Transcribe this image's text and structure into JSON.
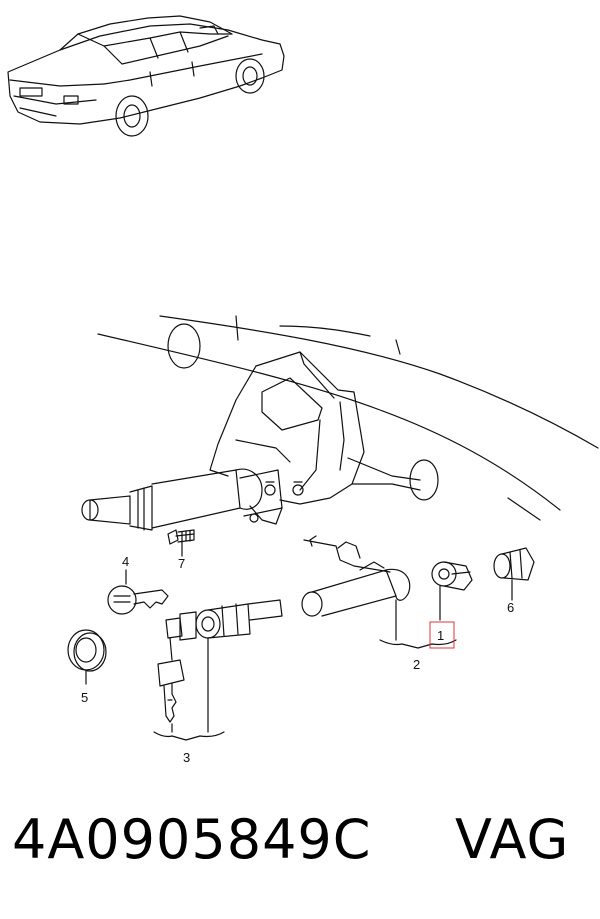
{
  "callouts": {
    "c1": "1",
    "c2": "2",
    "c3": "3",
    "c4": "4",
    "c5": "5",
    "c6": "6",
    "c7": "7"
  },
  "footer": {
    "part_number": "4A0905849C",
    "brand": "VAG"
  },
  "colors": {
    "line": "#111111",
    "highlight": "#e0303a",
    "background": "#ffffff"
  }
}
